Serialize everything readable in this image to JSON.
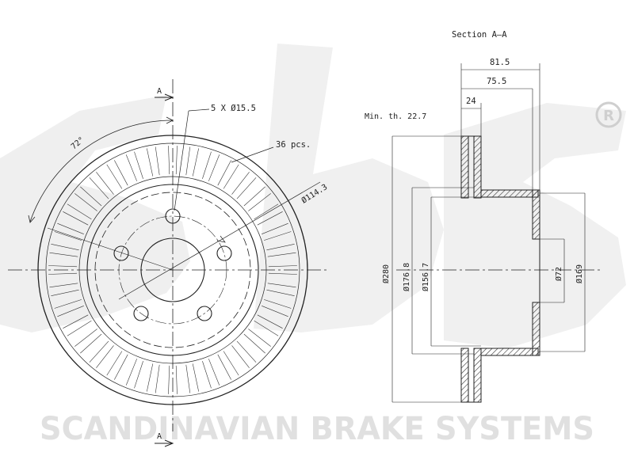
{
  "watermark": {
    "logo_text": "sbs",
    "registered_mark": "R",
    "company_name": "SCANDINAVIAN BRAKE SYSTEMS"
  },
  "front_view": {
    "section_marker_top": "A",
    "section_marker_bottom": "A",
    "bolt_callout": "5 X Ø15.5",
    "vent_count_callout": "36 pcs.",
    "pcd_callout": "Ø114.3",
    "angle_callout": "72°"
  },
  "section_view": {
    "title": "Section A–A",
    "min_thickness": "Min. th. 22.7",
    "overall_height_dim": "81.5",
    "hat_height_dim": "75.5",
    "disc_thickness_dim": "24",
    "outer_diameter_dim": "Ø280",
    "friction_inner_dim": "Ø176.8",
    "hat_inner_dim": "Ø156.7",
    "center_bore_dim": "Ø72",
    "hat_outer_dim": "Ø169"
  }
}
